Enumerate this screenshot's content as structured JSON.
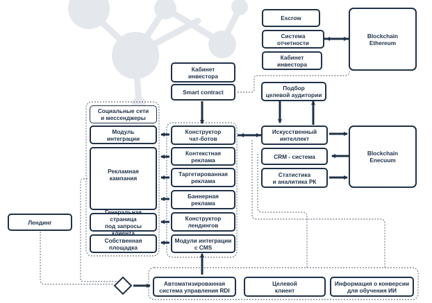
{
  "colors": {
    "border": "#1f3147",
    "arrow": "#1f3147",
    "dashed": "#4a5563",
    "background_graphic": "#e4e7ec"
  },
  "boxes": {
    "escrow": "Escrow",
    "reporting_system": "Система отчетности",
    "investor_cabinet_top": "Кабинет инвестора",
    "blockchain_ethereum": "Blockchain\nEthereum",
    "investor_cabinet": "Кабинет\nинвестора",
    "smart_contract": "Smart contract",
    "audience_selection": "Подбор\nцелевой аудитории",
    "social_networks": "Социальные сети\nи мессенджеры",
    "integration_module": "Модуль\nинтеграции",
    "chatbot_constructor": "Конструктор\nчат-ботов",
    "artificial_intelligence": "Искусственный\nинтеллект",
    "blockchain_enecuum": "Blockchain\nEnecuum",
    "ad_campaign": "Рекламная\nкампания",
    "context_ads": "Контекстная\nреклама",
    "crm_system": "CRM - система",
    "targeted_ads": "Таргетированная\nреклама",
    "statistics": "Статистика\nи аналитика РК",
    "banner_ads": "Баннерная\nреклама",
    "landing": "Лендинг",
    "general_page": "Генеральная страница\nпод запросы клиента",
    "landing_constructor": "Конструктор\nлендингов",
    "own_platform": "Собственная\nплощадка",
    "cms_modules": "Модули интеграции\nс CMS",
    "rdi_system": "Автоматизированная\nсистема управления RDI",
    "target_client": "Целевой\nклиент",
    "conversion_info": "Информация о конверсии\nдля обучения ИИ"
  }
}
